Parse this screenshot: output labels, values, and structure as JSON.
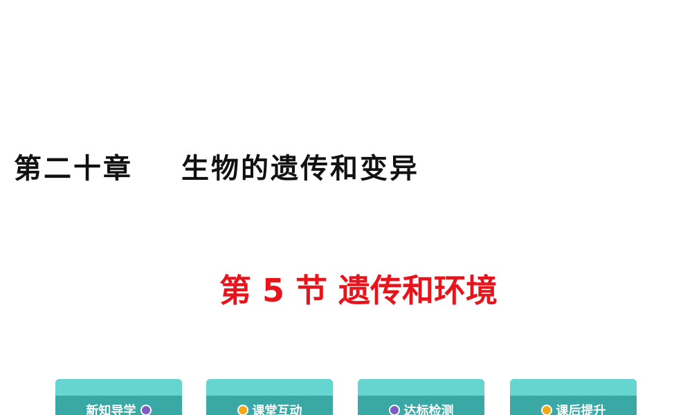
{
  "slide": {
    "chapter_number": "第二十章",
    "chapter_name": "生物的遗传和变异",
    "section_title": "第 5 节 遗传和环境"
  },
  "tabs": [
    {
      "label": "新知导学",
      "dot_color": "#7b5cc4"
    },
    {
      "label": "课堂互动",
      "dot_color": "#f2a81d"
    },
    {
      "label": "达标检测",
      "dot_color": "#7b5cc4"
    },
    {
      "label": "课后提升",
      "dot_color": "#f2a81d"
    }
  ],
  "colors": {
    "section_title": "#e8141b",
    "tab_bottom": "#3aa8a5",
    "tab_top": "#66d4cf"
  }
}
